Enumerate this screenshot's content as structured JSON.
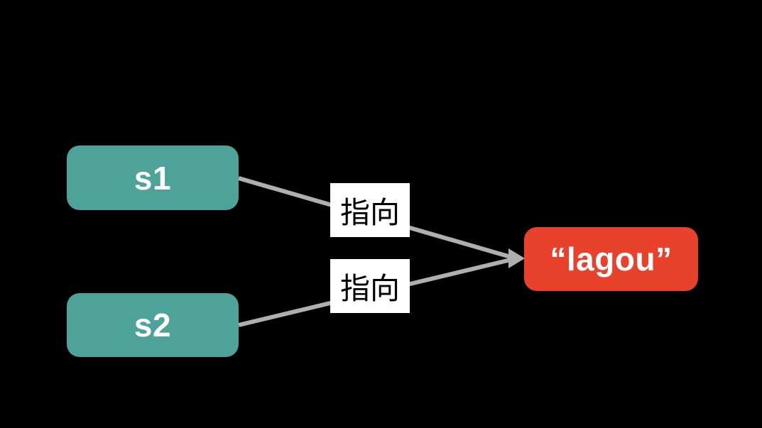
{
  "diagram": {
    "background_color": "#000000",
    "nodes": [
      {
        "id": "s1",
        "label": "s1",
        "fill": "#4DA29A",
        "text_color": "#FFFFFF"
      },
      {
        "id": "s2",
        "label": "s2",
        "fill": "#4DA29A",
        "text_color": "#FFFFFF"
      },
      {
        "id": "lagou",
        "label": "“lagou”",
        "fill": "#E8422C",
        "text_color": "#FFFFFF"
      }
    ],
    "edges": [
      {
        "from": "s1",
        "to": "lagou",
        "label": "指向",
        "color": "#AFAFAF",
        "label_bg": "#FFFFFF",
        "label_text_color": "#000000"
      },
      {
        "from": "s2",
        "to": "lagou",
        "label": "指向",
        "color": "#AFAFAF",
        "label_bg": "#FFFFFF",
        "label_text_color": "#000000"
      }
    ],
    "arrowhead_color": "#AFAFAF"
  }
}
